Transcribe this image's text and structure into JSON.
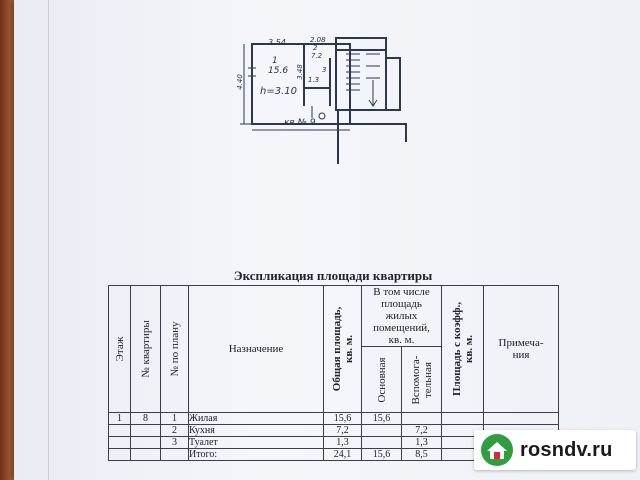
{
  "plan": {
    "labels": {
      "room1_width": "3.54",
      "room1_number": "1",
      "room1_area": "15.6",
      "height": "h=3.10",
      "room2_width": "2.08",
      "room2_number": "2",
      "room2_area": "7.2",
      "room3_number": "3",
      "room3_area": "1.3",
      "apt_number": "кв № 9",
      "dim_left": "4.40",
      "dim_mid": "3.48"
    }
  },
  "table": {
    "caption": "Экспликация площади квартиры",
    "headers": {
      "floor": "Этаж",
      "apartment_no": "№ квартиры",
      "plan_no": "№ по плану",
      "purpose": "Назначение",
      "total_area_l1": "Общая площадь,",
      "total_area_l2": "кв. м.",
      "incl_l1": "В том числе",
      "incl_l2": "площадь",
      "incl_l3": "жилых",
      "incl_l4": "помещений,",
      "incl_l5": "кв. м.",
      "main": "Основная",
      "aux_l1": "Вспомога-",
      "aux_l2": "тельная",
      "coef_l1": "Площадь с коэфф.,",
      "coef_l2": "кв. м.",
      "notes_l1": "Примеча-",
      "notes_l2": "ния"
    },
    "rows": [
      {
        "floor": "1",
        "apt": "8",
        "plan": "1",
        "purpose": "Жилая",
        "total": "15,6",
        "main": "15,6",
        "aux": "",
        "coef": "",
        "note": ""
      },
      {
        "floor": "",
        "apt": "",
        "plan": "2",
        "purpose": "Кухня",
        "total": "7,2",
        "main": "",
        "aux": "7,2",
        "coef": "",
        "note": ""
      },
      {
        "floor": "",
        "apt": "",
        "plan": "3",
        "purpose": "Туалет",
        "total": "1,3",
        "main": "",
        "aux": "1,3",
        "coef": "",
        "note": ""
      },
      {
        "floor": "",
        "apt": "",
        "plan": "",
        "purpose": "Итого:",
        "total": "24,1",
        "main": "15,6",
        "aux": "8,5",
        "coef": "",
        "note": ""
      }
    ]
  },
  "watermark": {
    "site": "rosndv.ru",
    "icon": "house-icon",
    "colors": {
      "green": "#2e9e3e",
      "red": "#d8282f"
    }
  }
}
